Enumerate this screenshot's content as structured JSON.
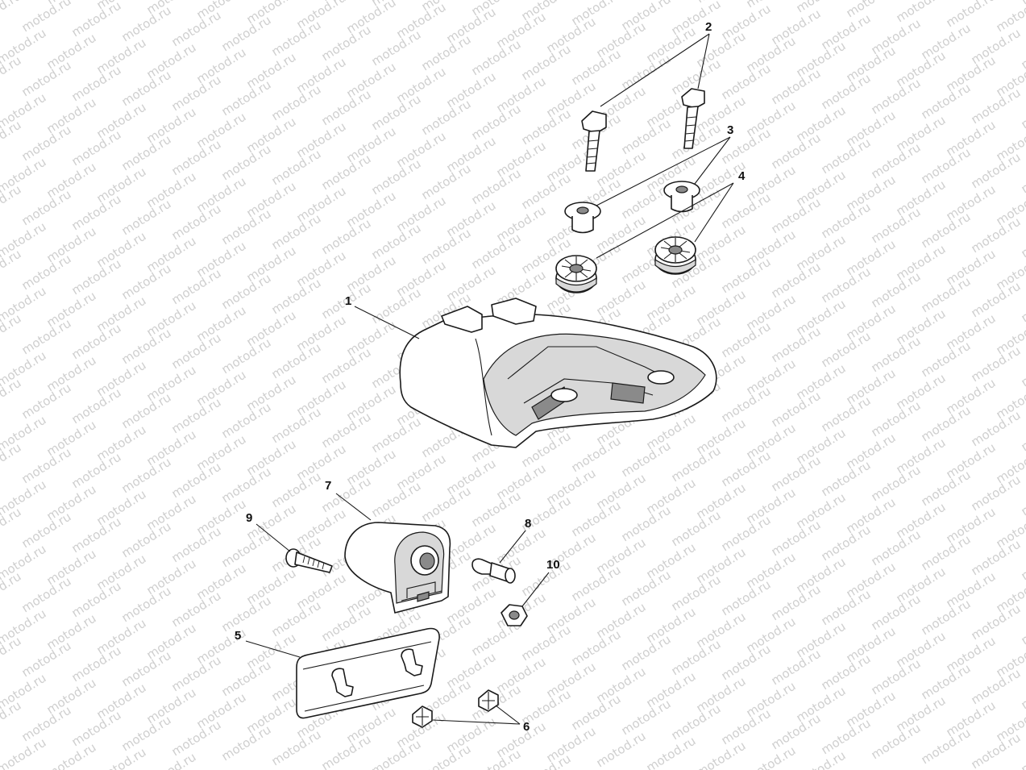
{
  "watermark": "motod.ru",
  "callouts": [
    {
      "id": "callout-1",
      "label": "1"
    },
    {
      "id": "callout-2",
      "label": "2"
    },
    {
      "id": "callout-3",
      "label": "3"
    },
    {
      "id": "callout-4",
      "label": "4"
    },
    {
      "id": "callout-5",
      "label": "5"
    },
    {
      "id": "callout-6",
      "label": "6"
    },
    {
      "id": "callout-7",
      "label": "7"
    },
    {
      "id": "callout-8",
      "label": "8"
    },
    {
      "id": "callout-9",
      "label": "9"
    },
    {
      "id": "callout-10",
      "label": "10"
    }
  ]
}
